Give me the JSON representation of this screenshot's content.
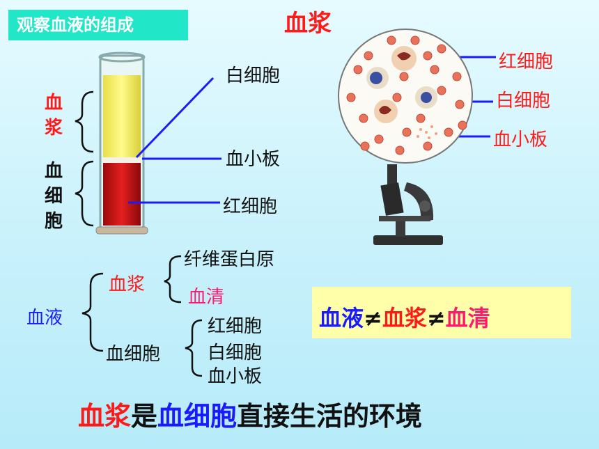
{
  "slide": {
    "title_box": "观察血液的组成",
    "header": "血浆",
    "tube": {
      "plasma_bracket": [
        "血",
        "浆"
      ],
      "cells_bracket": [
        "血",
        "细",
        "胞"
      ],
      "labels": {
        "wbc": "白细胞",
        "platelet": "血小板",
        "rbc": "红细胞"
      }
    },
    "microscope": {
      "labels": {
        "rbc": "红细胞",
        "wbc": "白细胞",
        "platelet": "血小板"
      }
    },
    "tree": {
      "root": "血液",
      "plasma": "血浆",
      "fibrinogen": "纤维蛋白原",
      "serum": "血清",
      "cells": "血细胞",
      "rbc": "红细胞",
      "wbc": "白细胞",
      "platelet": "血小板"
    },
    "equation": {
      "a": "血液",
      "neq1": "≠",
      "b": "血浆",
      "neq2": "≠",
      "c": "血清"
    },
    "conclusion": {
      "p1": "血浆",
      "p2": "是",
      "p3": "血细胞",
      "p4": "直接生活的环境"
    }
  }
}
